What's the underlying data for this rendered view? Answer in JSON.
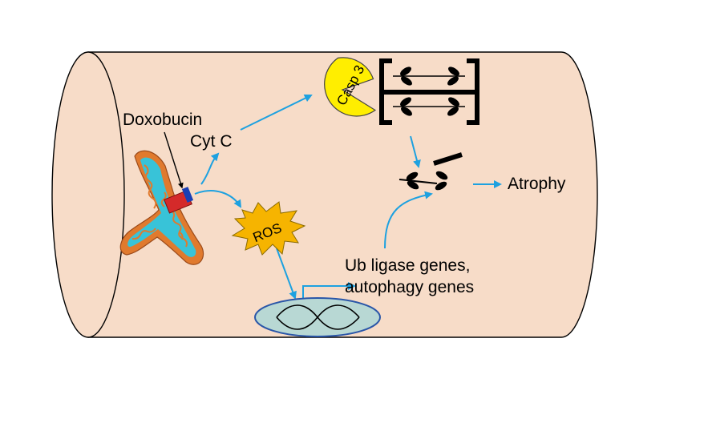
{
  "labels": {
    "doxorubicin": "Doxobucin",
    "cytc": "Cyt C",
    "casp3": "Casp 3",
    "ros": "ROS",
    "atrophy": "Atrophy",
    "ub_line1": "Ub ligase genes,",
    "ub_line2": "autophagy genes"
  },
  "colors": {
    "cell_fill": "#f7dcc8",
    "cell_stroke": "#000000",
    "arrow": "#1da1e0",
    "mito_outer": "#e07a2e",
    "mito_inner": "#38c3d8",
    "drug": "#d42a2a",
    "casp3": "#ffee00",
    "ros_fill": "#f6b400",
    "nucleus_fill": "#b8d8d4",
    "nucleus_stroke": "#2a56a8"
  }
}
